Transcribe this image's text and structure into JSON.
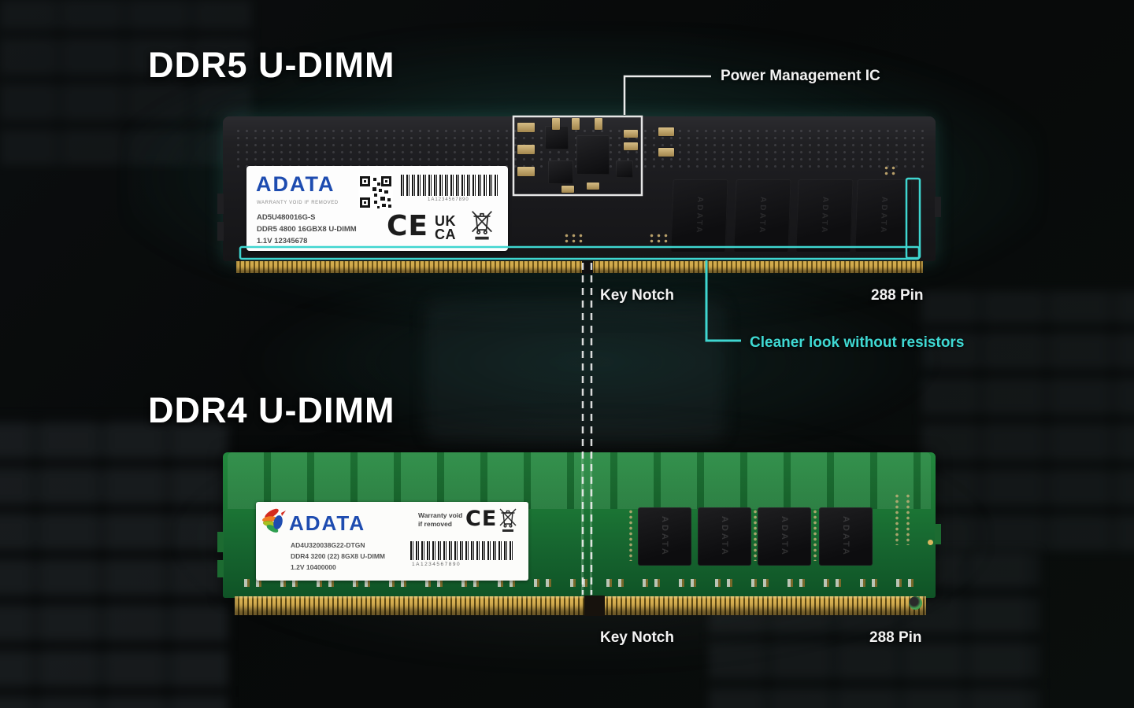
{
  "titles": {
    "ddr5": "DDR5 U-DIMM",
    "ddr4": "DDR4 U-DIMM"
  },
  "callouts": {
    "pmic": "Power Management IC",
    "key_notch_top": "Key Notch",
    "pin_count_top": "288 Pin",
    "cleaner": "Cleaner look without resistors",
    "key_notch_bottom": "Key Notch",
    "pin_count_bottom": "288 Pin"
  },
  "ddr5": {
    "label": {
      "brand": "ADATA",
      "warranty": "WARRANTY VOID IF REMOVED",
      "part_number": "AD5U480016G-S",
      "description": "DDR5 4800 16GBX8 U-DIMM",
      "voltage_serial": "1.1V  12345678",
      "barcode_number": "1A1234567890",
      "ce": "CE",
      "ukca_line1": "UK",
      "ukca_line2": "CA"
    },
    "chip_text": "ADATA"
  },
  "ddr4": {
    "label": {
      "brand": "ADATA",
      "part_number": "AD4U320038G22-DTGN",
      "description": "DDR4 3200 (22) 8GX8 U-DIMM",
      "voltage_serial": "1.2V    10400000",
      "warranty_line1": "Warranty void",
      "warranty_line2": "if removed",
      "ce": "CE",
      "barcode_number": "1A1234567890"
    },
    "chip_text": "ADATA"
  },
  "colors": {
    "accent_cyan": "#3fd9d3",
    "annotation_white": "#f2f2f2",
    "pcb_green": "#1d7a36",
    "pcb_black": "#1a1a1d",
    "pin_gold": "#d2ab4d",
    "adata_blue": "#1e4cb0",
    "background": "#070909"
  }
}
